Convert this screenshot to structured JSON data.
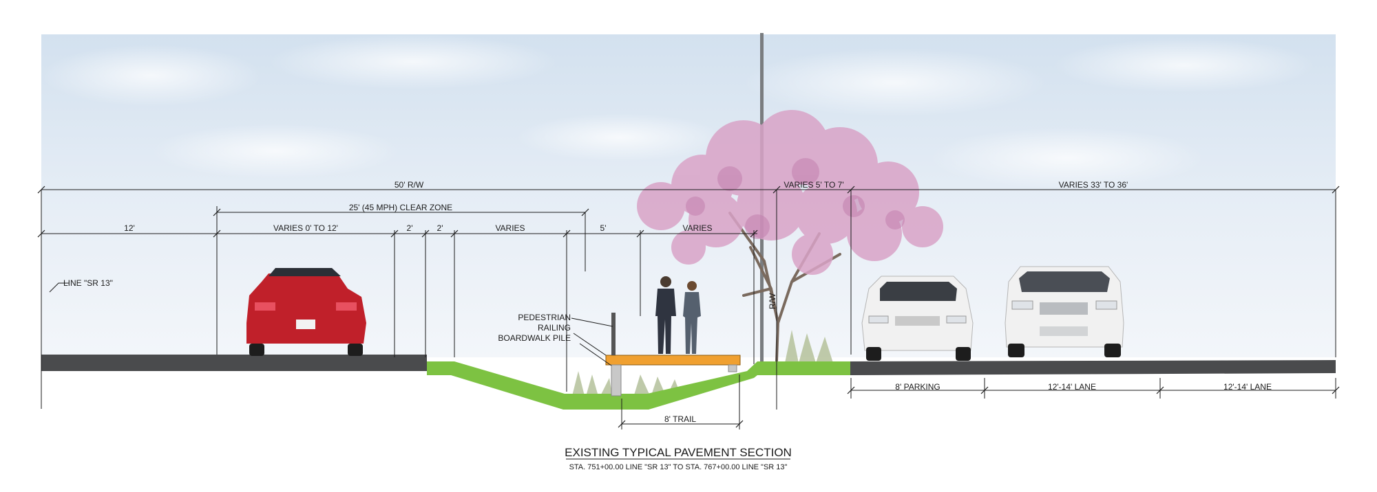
{
  "drawing": {
    "title": "EXISTING TYPICAL PAVEMENT SECTION",
    "subtitle": "STA. 751+00.00 LINE \"SR 13\" TO STA. 767+00.00 LINE \"SR 13\""
  },
  "dimensions_top": {
    "row_width": "50' R/W",
    "varies_5_7": "VARIES 5' TO 7'",
    "varies_33_36": "VARIES 33' TO 36'",
    "clear_zone": "25' (45 MPH) CLEAR ZONE",
    "d_12": "12'",
    "d_varies_0_12": "VARIES 0' TO 12'",
    "d_2a": "2'",
    "d_2b": "2'",
    "d_varies_a": "VARIES",
    "d_5": "5'",
    "d_varies_b": "VARIES"
  },
  "dimensions_bottom": {
    "parking": "8' PARKING",
    "lane_1": "12'-14' LANE",
    "lane_2": "12'-14' LANE",
    "trail": "8' TRAIL"
  },
  "labels": {
    "line_sr13": "LINE \"SR 13\"",
    "pedestrian_1": "PEDESTRIAN",
    "pedestrian_2": "RAILING",
    "boardwalk_pile": "BOARDWALK PILE",
    "rw": "R/W"
  },
  "colors": {
    "sky": "#dde8f3",
    "pavement": "#4a4b4d",
    "grass": "#7dc242",
    "boardwalk": "#f0a030",
    "tree_blossom": "#d9a3c7",
    "car_red": "#c0202a",
    "car_white": "#f1f1f1"
  }
}
